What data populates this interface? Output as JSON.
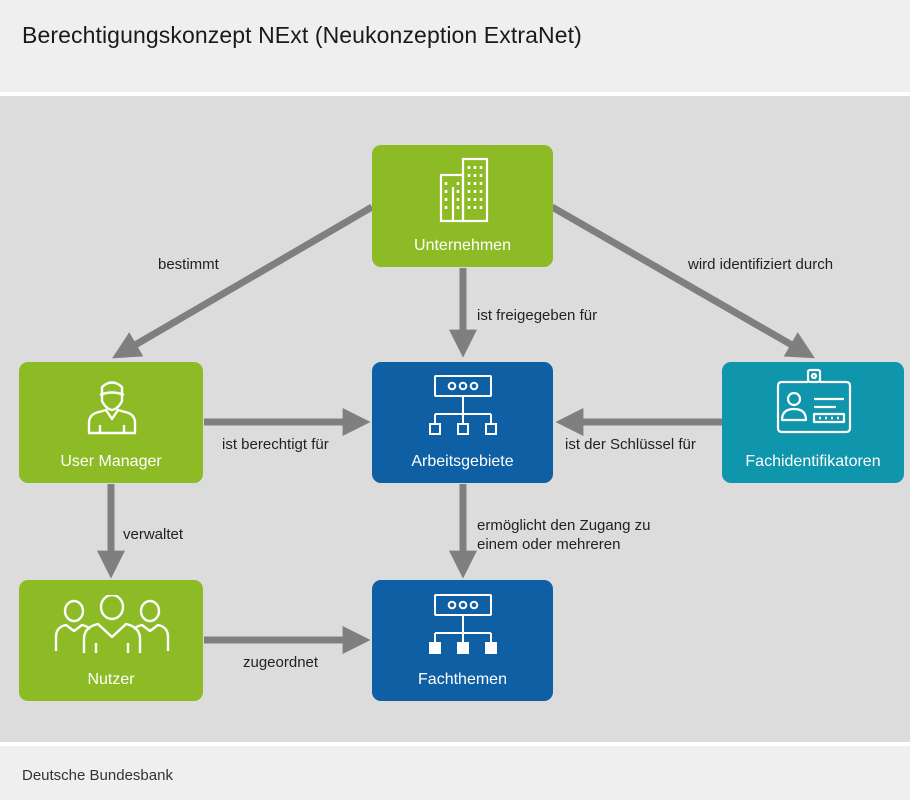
{
  "header": {
    "title": "Berechtigungskonzept NExt (Neukonzeption ExtraNet)"
  },
  "footer": {
    "source": "Deutsche Bundesbank"
  },
  "colors": {
    "green": "#8cbb25",
    "blue": "#0e5fa3",
    "teal": "#0f95ac",
    "arrow": "#7f7f7f",
    "panel": "#dcdcdc"
  },
  "nodes": {
    "unternehmen": {
      "label": "Unternehmen",
      "icon": "office-building-icon"
    },
    "user_manager": {
      "label": "User Manager",
      "icon": "user-icon"
    },
    "arbeitsgebiete": {
      "label": "Arbeitsgebiete",
      "icon": "hierarchy-icon"
    },
    "fachidentifikatoren": {
      "label": "Fachidentifikatoren",
      "icon": "id-badge-icon"
    },
    "nutzer": {
      "label": "Nutzer",
      "icon": "user-group-icon"
    },
    "fachthemen": {
      "label": "Fachthemen",
      "icon": "hierarchy-icon"
    }
  },
  "edges": {
    "bestimmt": "bestimmt",
    "wird_identifiziert": "wird identifiziert durch",
    "ist_freigegeben": "ist freigegeben für",
    "ist_berechtigt": "ist berechtigt für",
    "ist_schluessel": "ist der Schlüssel für",
    "verwaltet": "verwaltet",
    "ermoeglicht": "ermöglicht den Zugang zu einem oder mehreren",
    "zugeordnet": "zugeordnet"
  }
}
